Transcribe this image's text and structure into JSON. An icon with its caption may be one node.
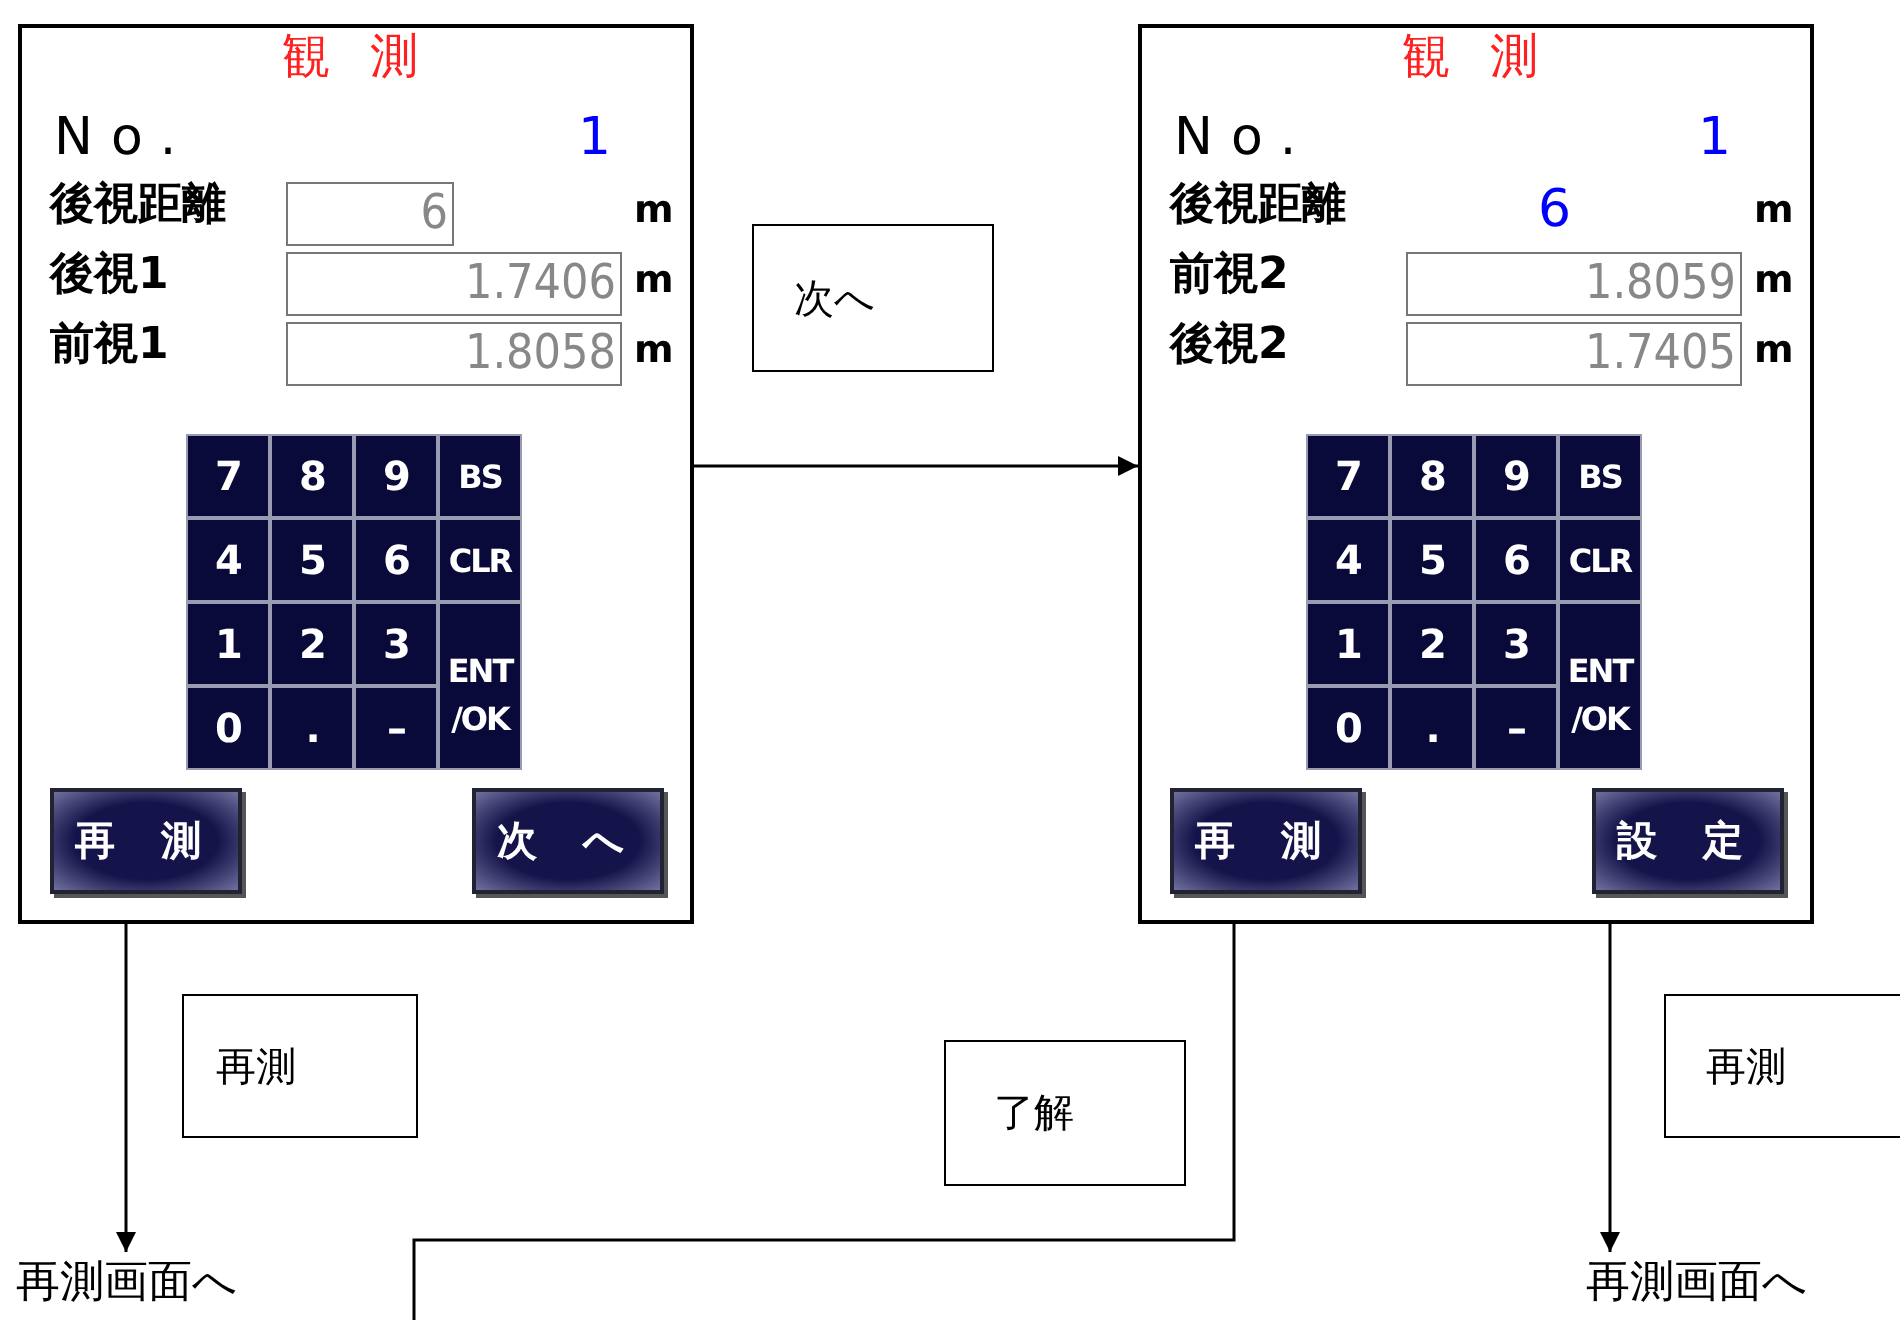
{
  "diagram": {
    "nodes": [
      {
        "text": [
          "観 測",
          "No.",
          "1",
          "後視距離",
          "m",
          "後視1",
          "m",
          "前視1",
          "m"
        ]
      },
      {
        "text": [
          "6"
        ],
        "in": 0
      },
      {
        "text": [
          "1.7406"
        ],
        "in": 0
      },
      {
        "text": [
          "1.8058"
        ],
        "in": 0
      },
      {
        "text": [
          "7"
        ],
        "in": 0
      },
      {
        "text": [
          "8"
        ],
        "in": 0
      },
      {
        "text": [
          "9"
        ],
        "in": 0
      },
      {
        "text": [
          "BS"
        ],
        "in": 0
      },
      {
        "text": [
          "4"
        ],
        "in": 0
      },
      {
        "text": [
          "5"
        ],
        "in": 0
      },
      {
        "text": [
          "6"
        ],
        "in": 0
      },
      {
        "text": [
          "CLR"
        ],
        "in": 0
      },
      {
        "text": [
          "1"
        ],
        "in": 0
      },
      {
        "text": [
          "2"
        ],
        "in": 0
      },
      {
        "text": [
          "3"
        ],
        "in": 0
      },
      {
        "text": [
          "ENT /OK"
        ],
        "in": 0
      },
      {
        "text": [
          "0"
        ],
        "in": 0
      },
      {
        "text": [
          "."
        ],
        "in": 0
      },
      {
        "text": [
          "–"
        ],
        "in": 0
      },
      {
        "text": [
          "再 測"
        ],
        "in": 0
      },
      {
        "text": [
          "次 へ"
        ],
        "in": 0
      },
      {
        "text": [
          "観 測",
          "No.",
          "1",
          "後視距離",
          "6",
          "m",
          "前視2",
          "m",
          "後視2",
          "m"
        ]
      },
      {
        "text": [
          "1.8059"
        ],
        "in": 21
      },
      {
        "text": [
          "1.7405"
        ],
        "in": 21
      },
      {
        "text": [
          "7"
        ],
        "in": 21
      },
      {
        "text": [
          "8"
        ],
        "in": 21
      },
      {
        "text": [
          "9"
        ],
        "in": 21
      },
      {
        "text": [
          "BS"
        ],
        "in": 21
      },
      {
        "text": [
          "4"
        ],
        "in": 21
      },
      {
        "text": [
          "5"
        ],
        "in": 21
      },
      {
        "text": [
          "6"
        ],
        "in": 21
      },
      {
        "text": [
          "CLR"
        ],
        "in": 21
      },
      {
        "text": [
          "1"
        ],
        "in": 21
      },
      {
        "text": [
          "2"
        ],
        "in": 21
      },
      {
        "text": [
          "3"
        ],
        "in": 21
      },
      {
        "text": [
          "ENT /OK"
        ],
        "in": 21
      },
      {
        "text": [
          "0"
        ],
        "in": 21
      },
      {
        "text": [
          "."
        ],
        "in": 21
      },
      {
        "text": [
          "–"
        ],
        "in": 21
      },
      {
        "text": [
          "再 測"
        ],
        "in": 21
      },
      {
        "text": [
          "設 定"
        ],
        "in": 21
      },
      {
        "text": [
          "次へ"
        ]
      },
      {
        "text": [
          "再測"
        ]
      },
      {
        "text": [
          "了解"
        ]
      },
      {
        "text": [
          "再測"
        ]
      },
      {
        "text": [
          "再測画面へ"
        ]
      },
      {
        "text": [
          "再測画面へ"
        ]
      }
    ],
    "edges": [
      {
        "from": 0,
        "to": 21,
        "arrow": "to"
      },
      {
        "from": 0,
        "to": 45,
        "arrow": "to"
      },
      {
        "from": 21,
        "to": null,
        "arrow": "none"
      },
      {
        "from": 21,
        "to": 46,
        "arrow": "to"
      }
    ]
  }
}
